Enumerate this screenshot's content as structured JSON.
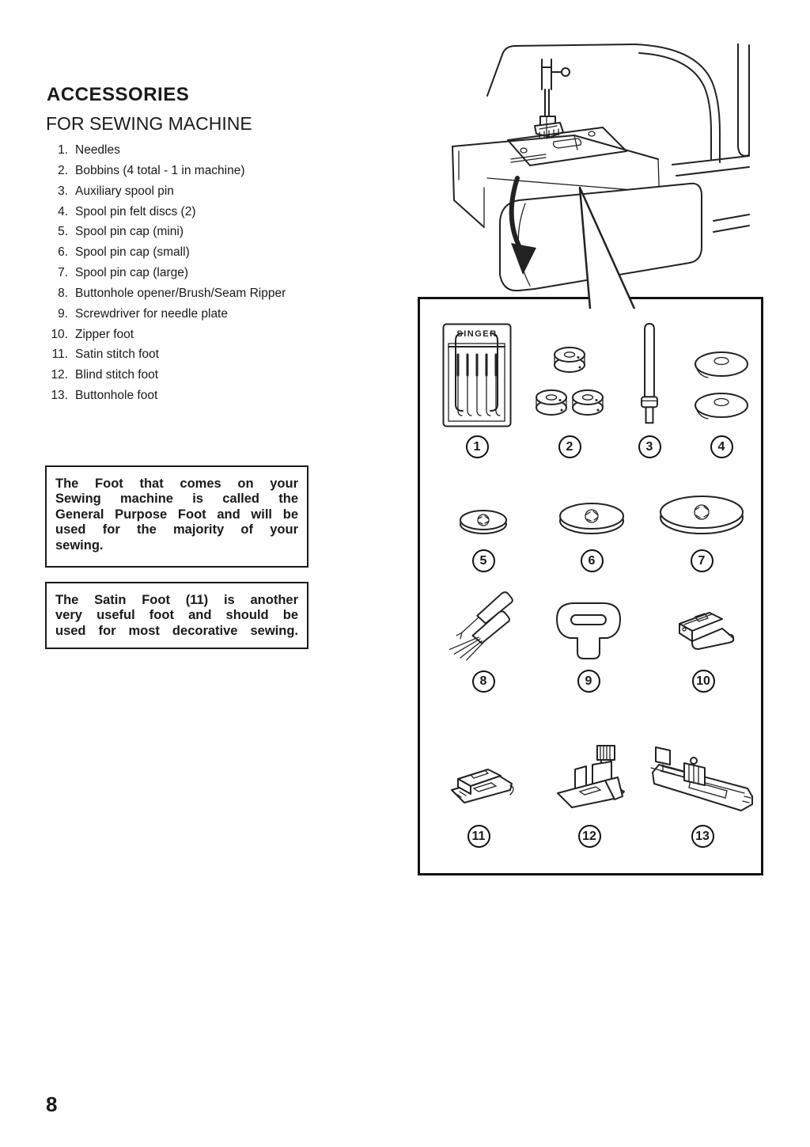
{
  "header": {
    "title": "ACCESSORIES",
    "subtitle": "FOR SEWING MACHINE"
  },
  "accessories_list": {
    "items": [
      {
        "num": "1.",
        "label": "Needles"
      },
      {
        "num": "2.",
        "label": "Bobbins (4 total - 1 in machine)"
      },
      {
        "num": "3.",
        "label": "Auxiliary spool pin"
      },
      {
        "num": "4.",
        "label": "Spool pin felt discs (2)"
      },
      {
        "num": "5.",
        "label": "Spool pin cap (mini)"
      },
      {
        "num": "6.",
        "label": "Spool pin cap (small)"
      },
      {
        "num": "7.",
        "label": "Spool pin cap (large)"
      },
      {
        "num": "8.",
        "label": "Buttonhole opener/Brush/Seam Ripper"
      },
      {
        "num": "9.",
        "label": "Screwdriver for needle plate"
      },
      {
        "num": "10.",
        "label": "Zipper foot"
      },
      {
        "num": "11.",
        "label": "Satin stitch foot"
      },
      {
        "num": "12.",
        "label": "Blind stitch foot"
      },
      {
        "num": "13.",
        "label": "Buttonhole foot"
      }
    ]
  },
  "notes": {
    "general_purpose_foot": {
      "lines": [
        "The Foot that comes on your",
        "Sewing machine is called the",
        "General Purpose Foot and will be",
        "used for the majority of your",
        "sewing."
      ]
    },
    "satin_foot": {
      "lines": [
        "The Satin Foot (11) is another",
        "very useful foot and should be",
        "used for most decorative sewing."
      ]
    }
  },
  "diagram": {
    "brand": "SINGER",
    "items": [
      {
        "number": "1",
        "name": "needle-pack"
      },
      {
        "number": "2",
        "name": "bobbins"
      },
      {
        "number": "3",
        "name": "auxiliary-spool-pin"
      },
      {
        "number": "4",
        "name": "spool-pin-felt-discs"
      },
      {
        "number": "5",
        "name": "spool-pin-cap-mini"
      },
      {
        "number": "6",
        "name": "spool-pin-cap-small"
      },
      {
        "number": "7",
        "name": "spool-pin-cap-large"
      },
      {
        "number": "8",
        "name": "buttonhole-opener-brush-seam-ripper"
      },
      {
        "number": "9",
        "name": "needle-plate-screwdriver"
      },
      {
        "number": "10",
        "name": "zipper-foot"
      },
      {
        "number": "11",
        "name": "satin-stitch-foot"
      },
      {
        "number": "12",
        "name": "blind-stitch-foot"
      },
      {
        "number": "13",
        "name": "buttonhole-foot"
      }
    ]
  },
  "footer": {
    "page_number": "8"
  }
}
